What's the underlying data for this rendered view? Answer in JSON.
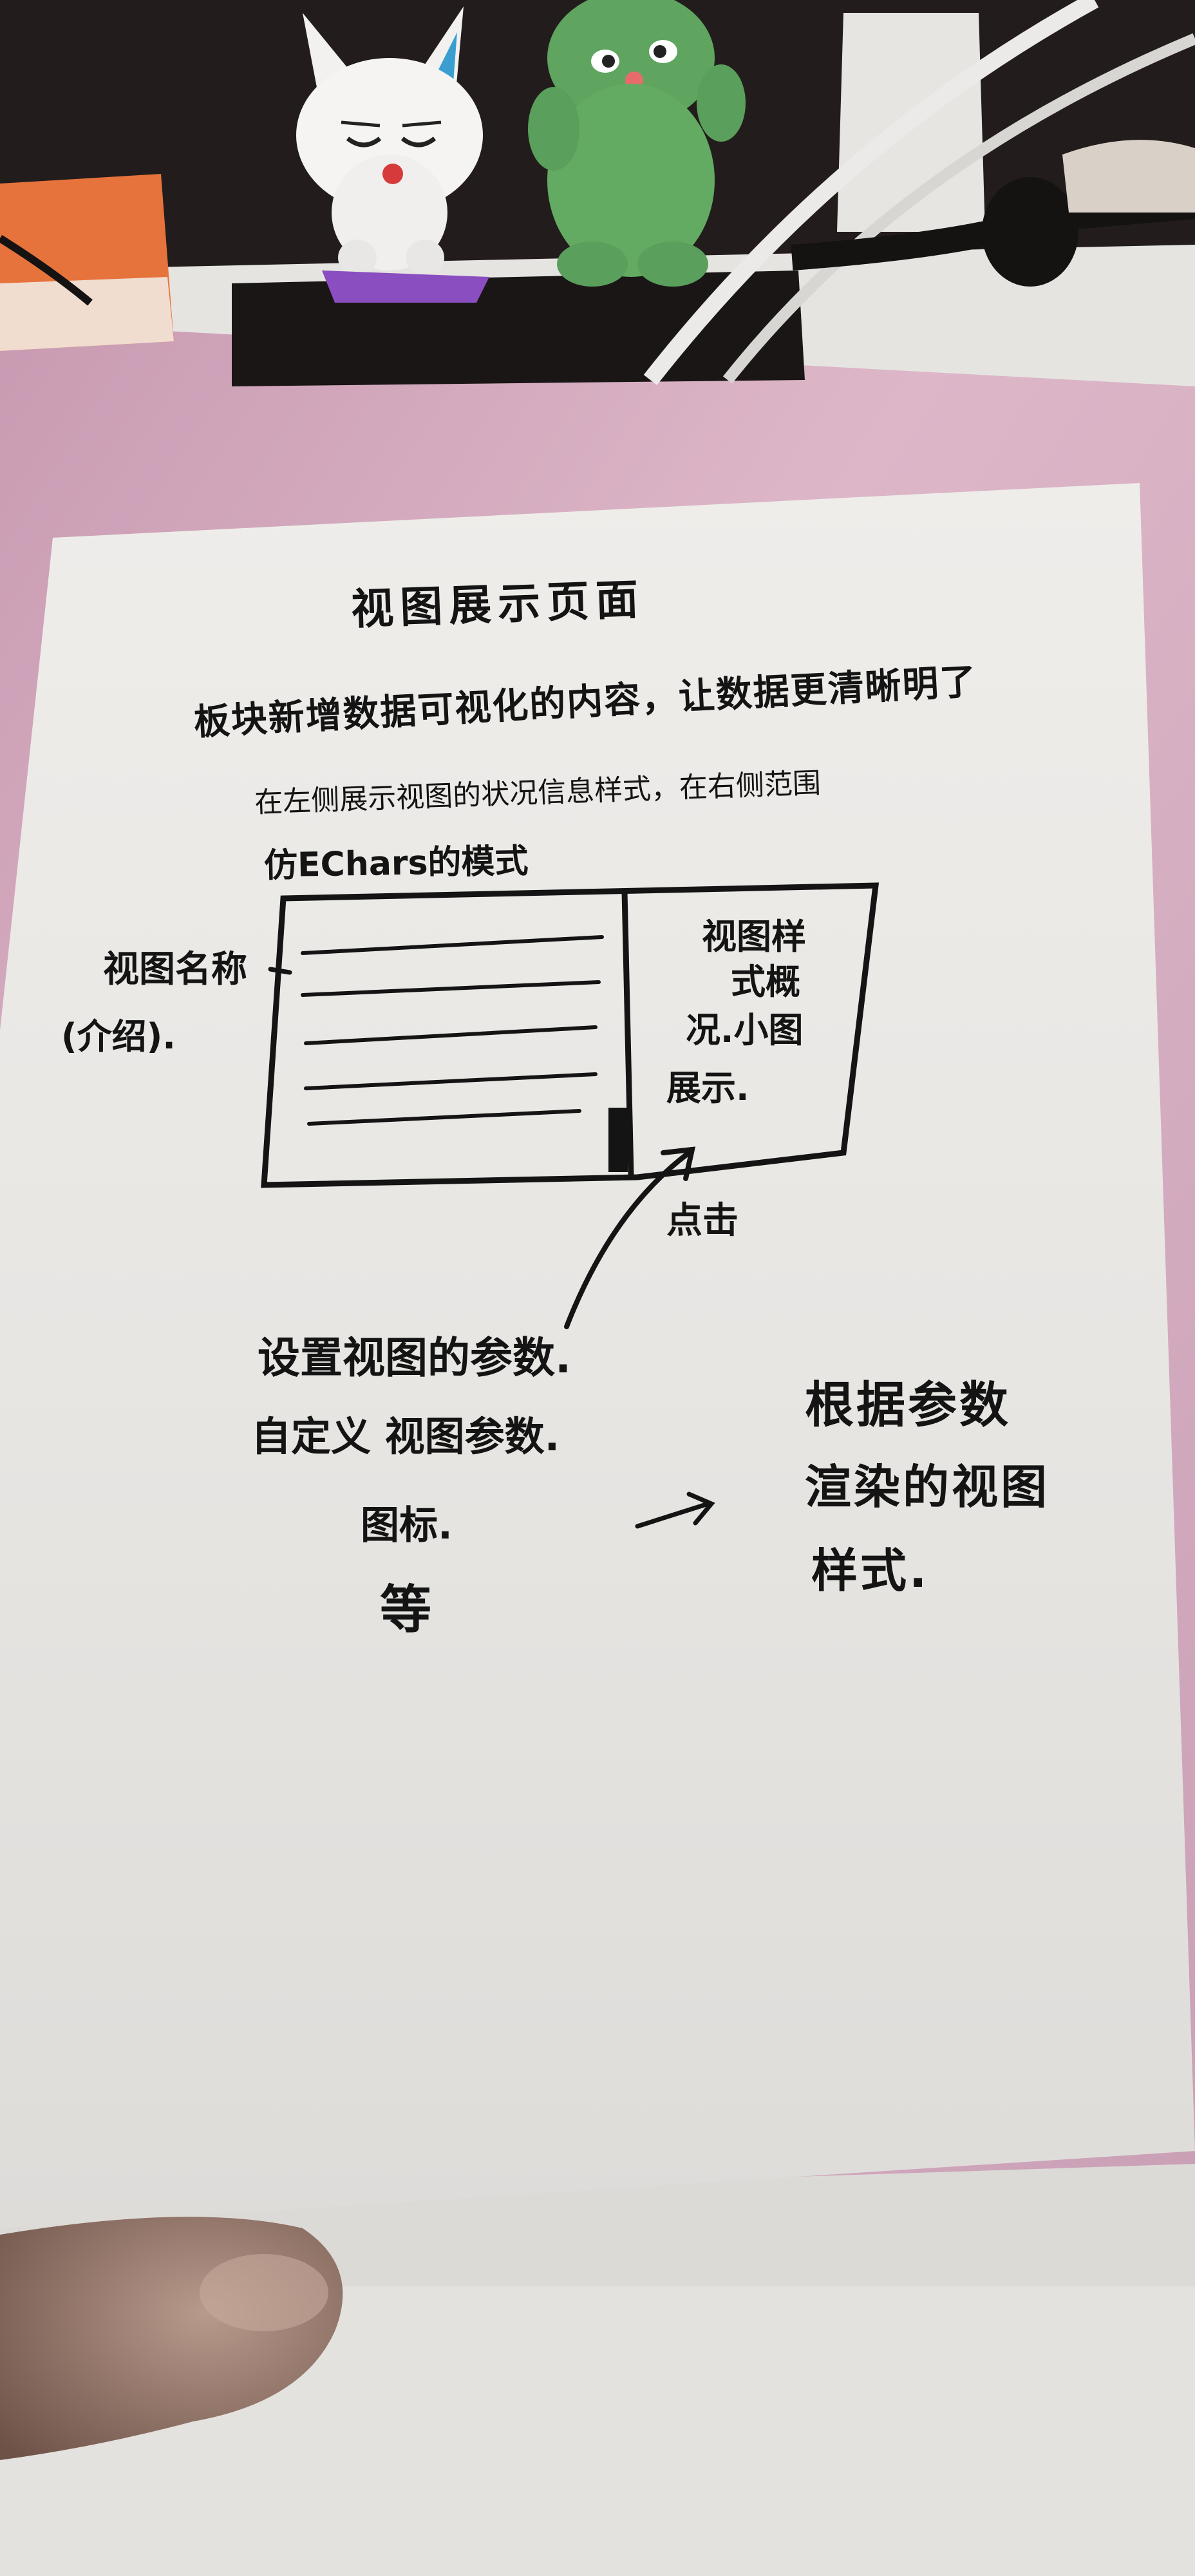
{
  "page_title": "视图展示页面",
  "description": "板块新增数据可视化的内容，让数据更清晰明了",
  "subdescription": "在左侧展示视图的状况信息样式，在右侧范围",
  "echarts_note": "仿EChars的模式",
  "left_label_line1": "视图名称",
  "left_label_line2": "(介绍).",
  "panel_lines": [
    "视图样",
    "式概",
    "况.小图",
    "展示."
  ],
  "click_label": "点击",
  "set_params_line1": "设置视图的参数.",
  "set_params_line2": "自定义 视图参数.",
  "set_params_line3": "图标.",
  "set_params_line4": "等",
  "result_line1": "根据参数",
  "result_line2": "渲染的视图",
  "result_line3": "样式.",
  "colors": {
    "paper": "#ebe9e6",
    "ink": "#141414",
    "mat_pink": "#d8b4c4",
    "desk": "#e7e5e2",
    "figure_green": "#5fa560"
  }
}
